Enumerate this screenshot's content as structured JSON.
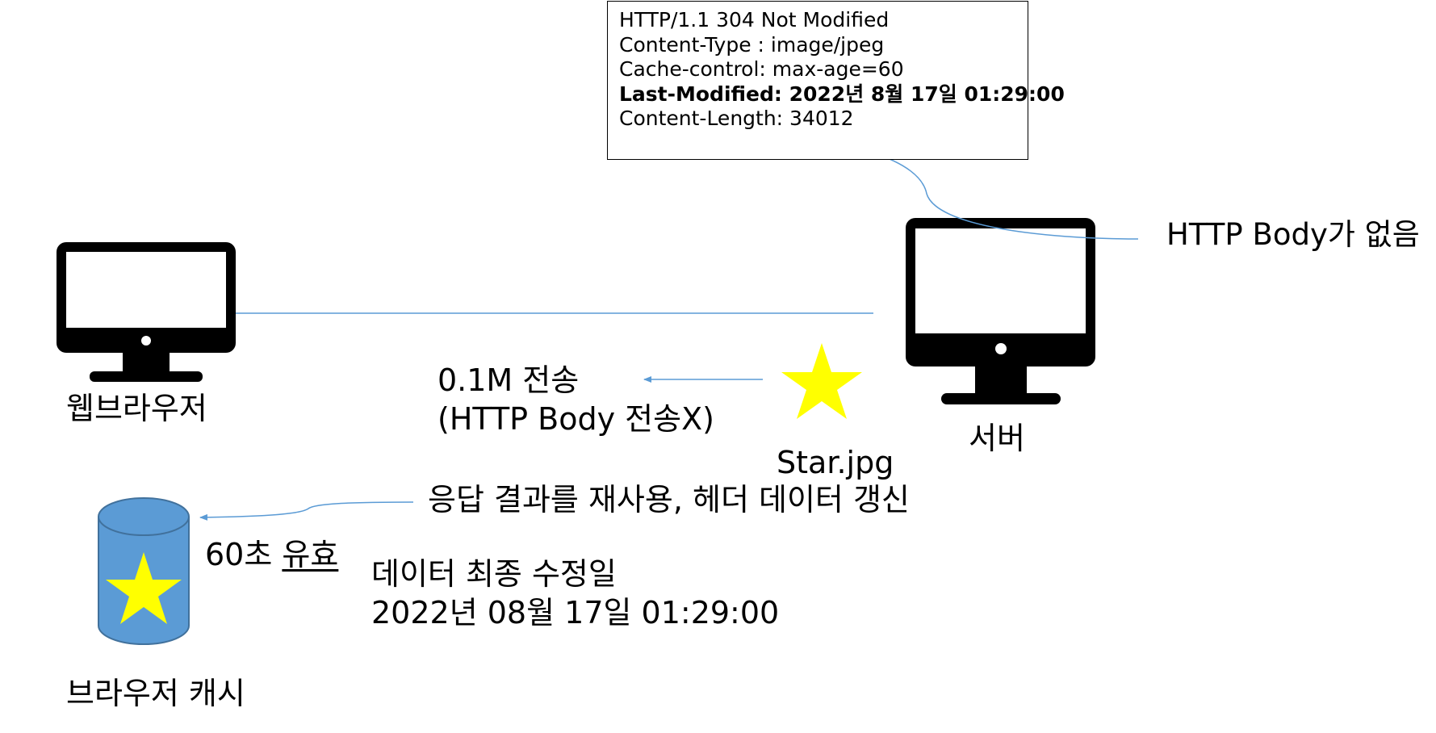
{
  "response_header": {
    "lines": [
      "HTTP/1.1 304 Not Modified",
      "Content-Type : image/jpeg",
      "Cache-control: max-age=60",
      "Last-Modified: 2022년 8월 17일 01:29:00",
      "Content-Length: 34012"
    ]
  },
  "labels": {
    "no_body": "HTTP Body가 없음",
    "browser": "웹브라우저",
    "server": "서버",
    "transfer_line1": "0.1M 전송",
    "transfer_line2": "(HTTP Body 전송X)",
    "file": "Star.jpg",
    "reuse": "응답 결과를 재사용, 헤더 데이터 갱신",
    "valid_prefix": "60초 ",
    "valid_suffix": "유효",
    "modified_line1": "데이터 최종 수정일",
    "modified_line2": "2022년 08월 17일 01:29:00",
    "cache": "브라우저 캐시"
  },
  "colors": {
    "arrow": "#5b9bd5",
    "cache_fill": "#5b9bd5",
    "cache_stroke": "#41719c",
    "star": "#ffff00",
    "monitor": "#000000"
  }
}
